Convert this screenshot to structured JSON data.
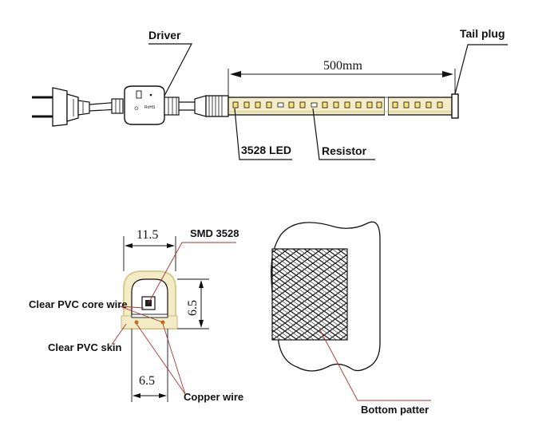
{
  "top_diagram": {
    "driver_label": "Driver",
    "tail_plug_label": "Tail plug",
    "length_label": "500mm",
    "led_label": "3528 LED",
    "resistor_label": "Resistor",
    "driver_marks": [
      "RoHS"
    ]
  },
  "cross_section": {
    "width_label": "11.5",
    "height_label": "6.5",
    "bottom_width_label": "6.5",
    "smd_label": "SMD 3528",
    "core_wire_label": "Clear PVC core wire",
    "skin_label": "Clear PVC skin",
    "copper_label": "Copper wire"
  },
  "bottom_view": {
    "pattern_label": "Bottom patter"
  },
  "colors": {
    "leader": "#aa3333",
    "strip_fill": "#f4ecc6",
    "led_fill": "#f6e27a"
  }
}
